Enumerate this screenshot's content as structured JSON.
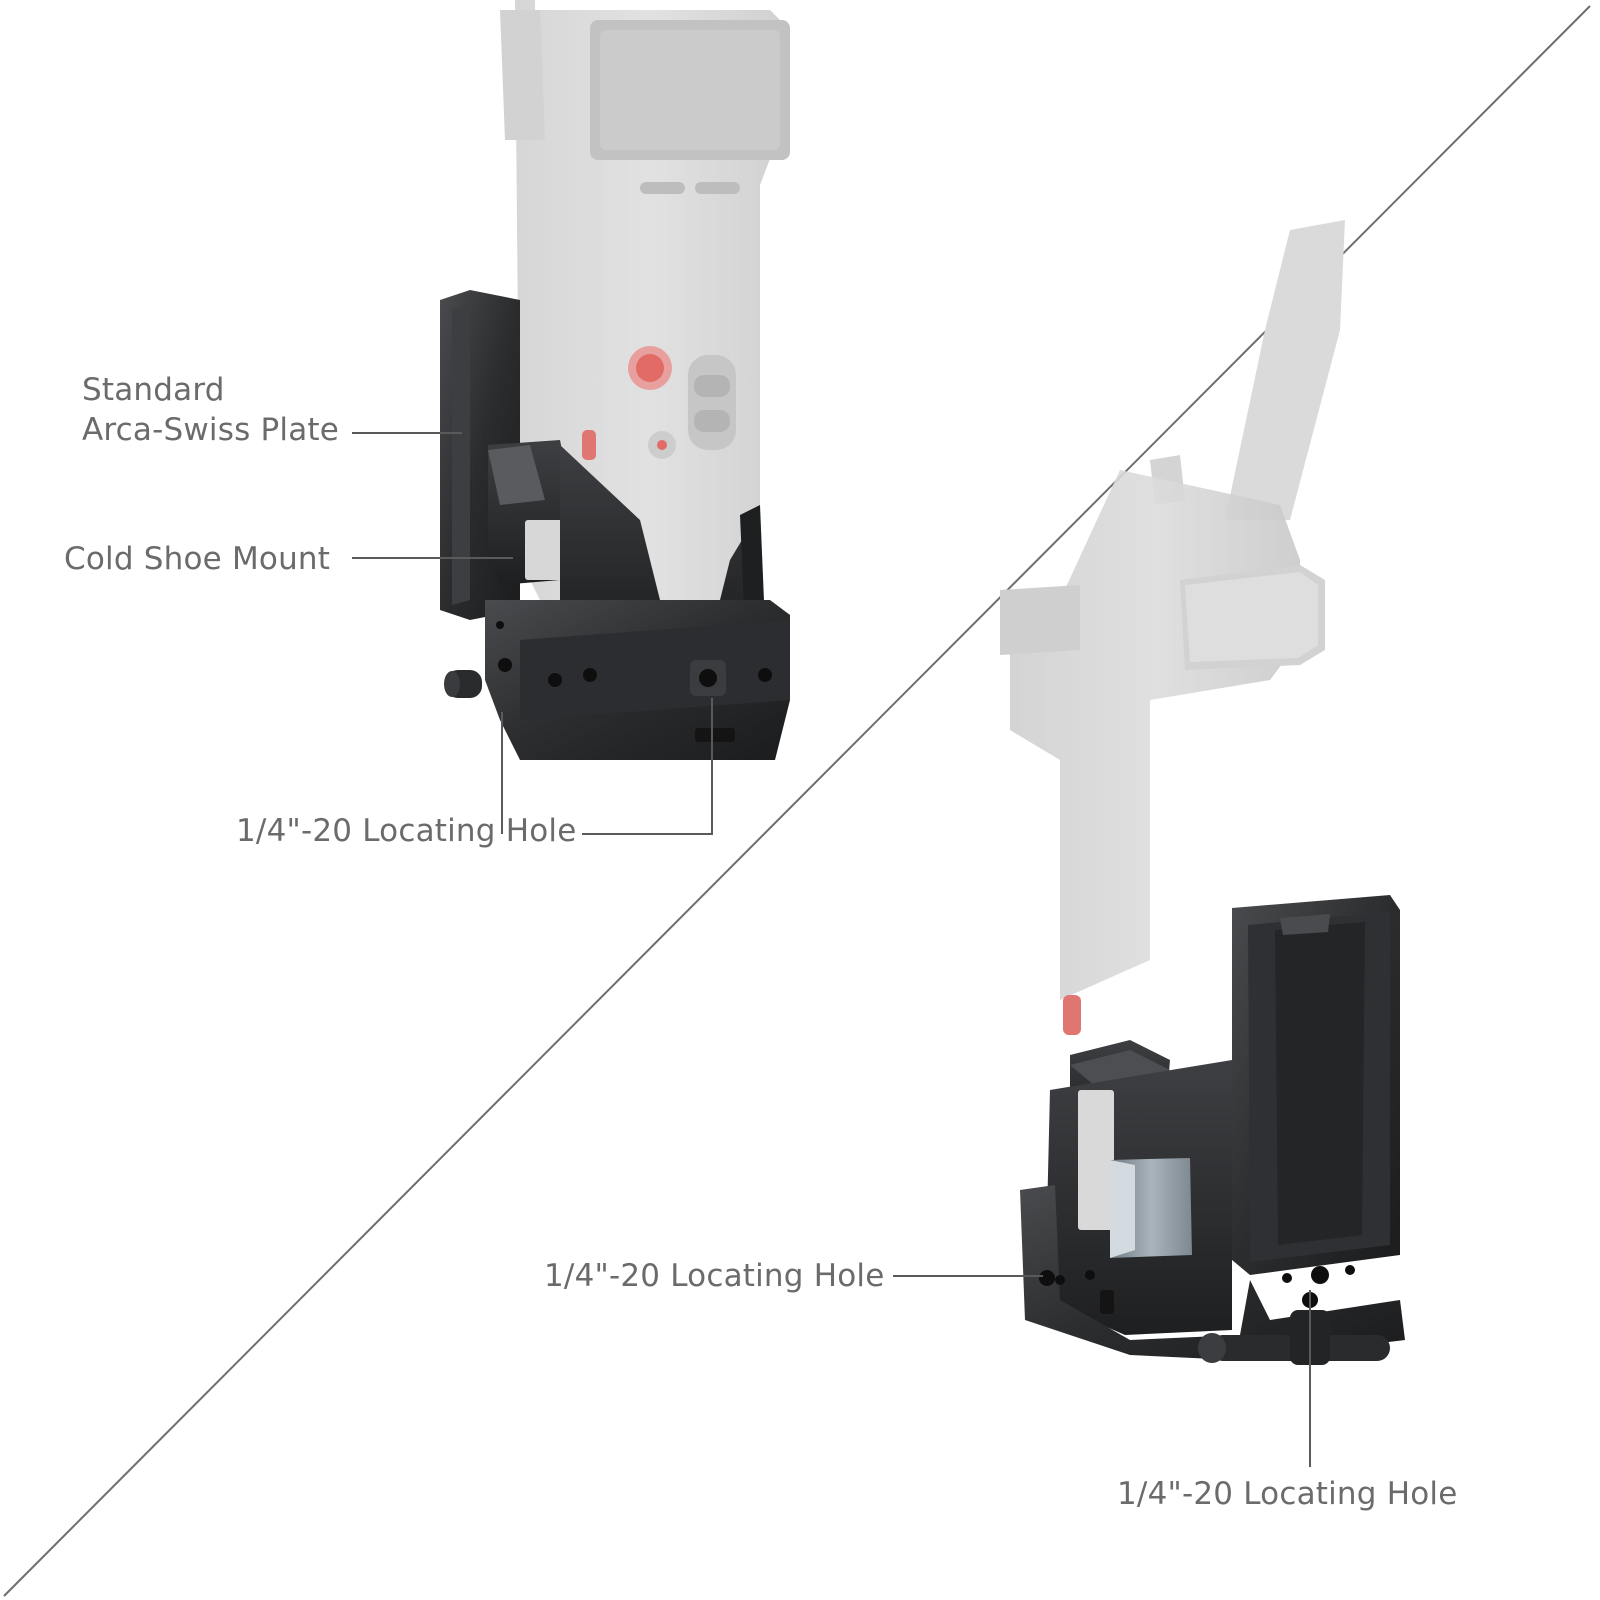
{
  "labels": {
    "arca_line1": "Standard",
    "arca_line2": "Arca-Swiss Plate",
    "cold_shoe": "Cold Shoe Mount",
    "hole_top": "1/4\"-20 Locating Hole",
    "hole_mid": "1/4\"-20 Locating Hole",
    "hole_bottom": "1/4\"-20 Locating Hole"
  },
  "colors": {
    "background": "#ffffff",
    "label_text": "#6b6b6b",
    "leader_line": "#5a5a5a",
    "divider": "#6e6e6e",
    "gimbal_body": "#d6d6d6",
    "cage_metal": "#2b2c2e",
    "accent_red": "#e0524f",
    "quick_release": "#8e9aa3"
  }
}
